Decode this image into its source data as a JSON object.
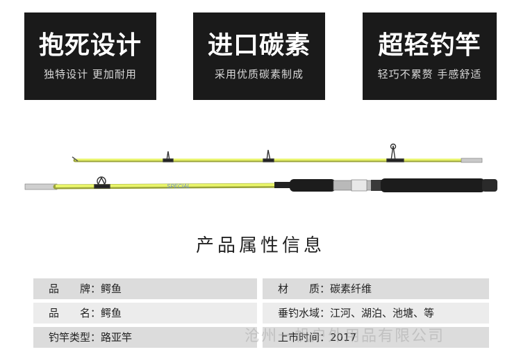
{
  "features": [
    {
      "title": "抱死设计",
      "subtitle": "独特设计 更加耐用"
    },
    {
      "title": "进口碳素",
      "subtitle": "采用优质碳素制成"
    },
    {
      "title": "超轻钓竿",
      "subtitle": "轻巧不累赘 手感舒适"
    }
  ],
  "rod": {
    "brand_text": "SPECIAL",
    "blank_color": "#e9f56a",
    "grip_color": "#1c1c1c"
  },
  "section_title": "产品属性信息",
  "specs": {
    "brand": {
      "label": "品　　牌：",
      "value": "鳄鱼"
    },
    "name": {
      "label": "品　　名：",
      "value": "鳄鱼"
    },
    "rod_type": {
      "label": "钓竿类型：",
      "value": "路亚竿"
    },
    "material": {
      "label": "材　　质：",
      "value": "碳素纤维"
    },
    "water": {
      "label": "垂钓水域：",
      "value": "江河、湖泊、池塘、等"
    },
    "launch": {
      "label": "上市时间：",
      "value": "2017"
    }
  },
  "watermark": "沧州一帆户外用品有限公司"
}
